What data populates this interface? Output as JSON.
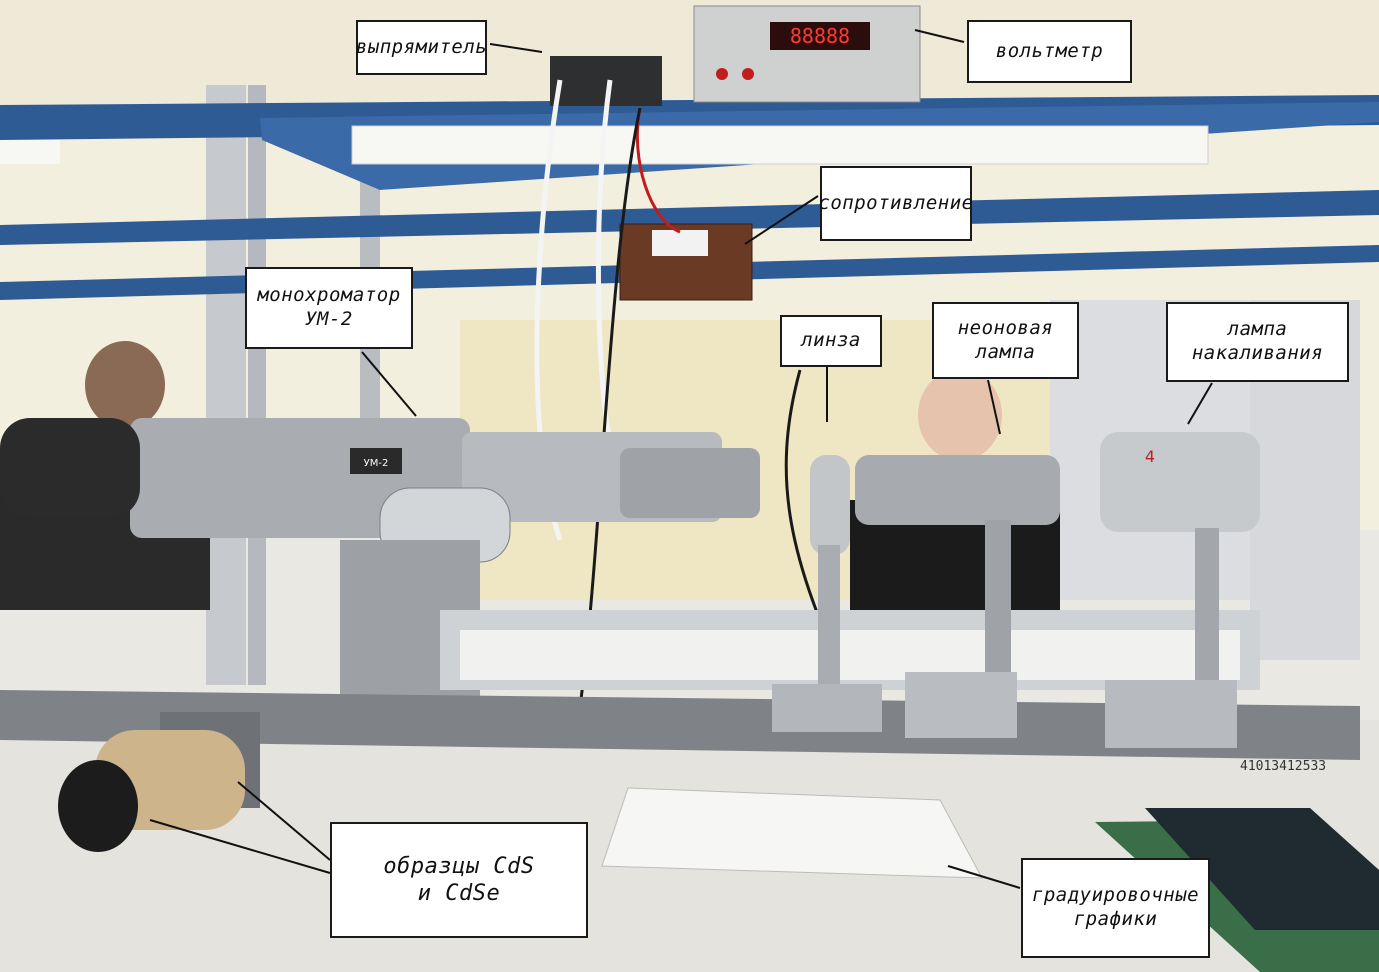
{
  "colors": {
    "wall": "#f1ede0",
    "shelf_blue": "#2f5b94",
    "frame_grey": "#c9ccd0",
    "metal": "#a7abb0",
    "table": "#e3e2dc",
    "label_bg": "#ffffff",
    "label_border": "#1a1a1a"
  },
  "labels": {
    "amplifier": "выпрямитель",
    "voltmeter": "вольтметр",
    "resistance": "сопротивление",
    "monochromator": "монохроматор\nУМ-2",
    "lens": "линза",
    "neon_lamp": "неоновая\nлампа",
    "incandescent_lamp": "лампа\nнакаливания",
    "samples": "образцы CdS\nи CdSe",
    "calibration_graphs": "градуировочные\nграфики"
  },
  "device_text": {
    "voltmeter_display": "88888",
    "monochromator_plate": "УМ-2",
    "rail_serial": "41013412533",
    "lamp_mark": "4"
  }
}
